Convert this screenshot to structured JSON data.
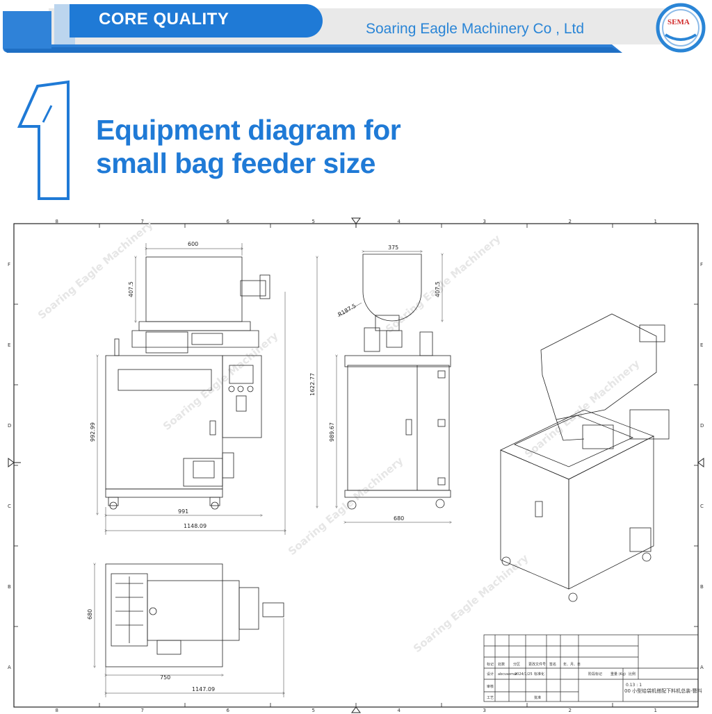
{
  "header": {
    "badge_label": "CORE QUALITY",
    "company": "Soaring Eagle Machinery Co , Ltd",
    "logo_text": "SEMA"
  },
  "section": {
    "number": "1",
    "title_line1": "Equipment diagram for",
    "title_line2": "small bag feeder size"
  },
  "drawing": {
    "grid_columns": [
      "8",
      "7",
      "6",
      "5",
      "4",
      "3",
      "2",
      "1"
    ],
    "grid_rows": [
      "F",
      "E",
      "D",
      "C",
      "B",
      "A"
    ],
    "front_view_dims": {
      "hopper_width": "600",
      "hopper_height": "407.5",
      "body_height": "992.99",
      "base_width": "991",
      "overall_width": "1148.09"
    },
    "side_view_dims": {
      "hopper_width": "375",
      "hopper_height": "407.5",
      "hopper_radius": "R187.5",
      "overall_height": "1622.77",
      "body_height": "989.67",
      "base_width": "680"
    },
    "top_view_dims": {
      "depth": "680",
      "base_width": "750",
      "overall_width": "1147.09"
    },
    "title_block": {
      "scale": "0.13 : 1",
      "drawing_title": "00 小型给袋机搭配下料机总装-簪料"
    }
  }
}
